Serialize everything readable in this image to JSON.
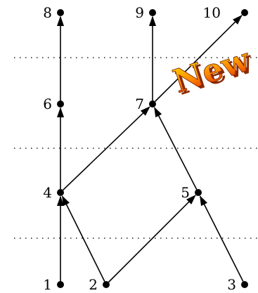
{
  "graph": {
    "nodes": [
      {
        "id": "1",
        "label": "1"
      },
      {
        "id": "2",
        "label": "2"
      },
      {
        "id": "3",
        "label": "3"
      },
      {
        "id": "4",
        "label": "4"
      },
      {
        "id": "5",
        "label": "5"
      },
      {
        "id": "6",
        "label": "6"
      },
      {
        "id": "7",
        "label": "7"
      },
      {
        "id": "8",
        "label": "8"
      },
      {
        "id": "9",
        "label": "9"
      },
      {
        "id": "10",
        "label": "10"
      }
    ],
    "edges": [
      {
        "from": "1",
        "to": "4"
      },
      {
        "from": "2",
        "to": "4"
      },
      {
        "from": "2",
        "to": "5"
      },
      {
        "from": "3",
        "to": "5"
      },
      {
        "from": "4",
        "to": "6"
      },
      {
        "from": "4",
        "to": "7"
      },
      {
        "from": "5",
        "to": "7"
      },
      {
        "from": "6",
        "to": "8"
      },
      {
        "from": "7",
        "to": "9"
      },
      {
        "from": "7",
        "to": "10"
      }
    ]
  },
  "badge": {
    "text": "New",
    "colors": {
      "top": "#ffe000",
      "middle": "#ff8a00",
      "bottom": "#d62000",
      "shadow": "#8a2a00"
    }
  }
}
